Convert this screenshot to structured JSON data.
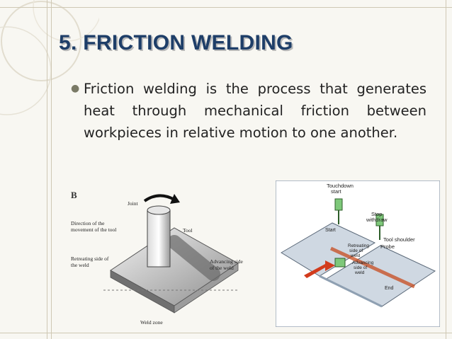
{
  "slide": {
    "title": "5. FRICTION WELDING",
    "bullet_text": "Friction welding is the process that generates heat through mechanical friction between workpieces in relative motion to one another.",
    "bullet_icon": "filled-circle-bullet"
  },
  "figure_left": {
    "panel_label": "B",
    "labels": {
      "joint": "Joint",
      "tool": "Tool",
      "direction": [
        "Direction of the",
        "movement of the tool"
      ],
      "retreating": [
        "Retreating side of",
        "the weld"
      ],
      "advancing": [
        "Advancing side",
        "of the weld"
      ],
      "weld_zone": "Weld zone"
    }
  },
  "figure_right": {
    "labels": {
      "touchdown": [
        "Touchdown",
        "start"
      ],
      "stop": [
        "Stop",
        "withdraw"
      ],
      "start": "Start",
      "tool_shoulder": "Tool shoulder",
      "probe": "Probe",
      "retreating": [
        "Retreating",
        "side of",
        "weld"
      ],
      "advancing": [
        "Advancing",
        "side of",
        "weld"
      ],
      "end": "End"
    }
  }
}
